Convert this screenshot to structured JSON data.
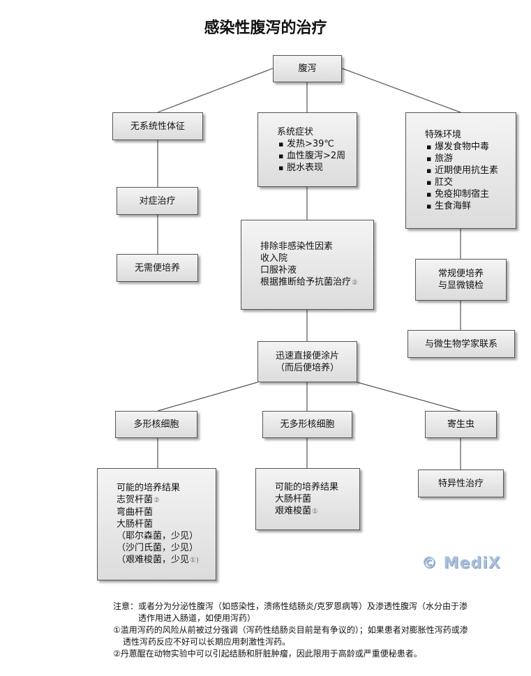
{
  "title": "感染性腹泻的治疗",
  "nodes": {
    "root": "腹泻",
    "no_systemic": "无系统性体征",
    "symptomatic": "对症治疗",
    "no_culture": "无需便培养",
    "systemic": {
      "heading": "系统症状",
      "items": [
        "发热>39℃",
        "血性腹泻>2周",
        "脱水表现"
      ]
    },
    "special": {
      "heading": "特殊环境",
      "items": [
        "爆发食物中毒",
        "旅游",
        "近期使用抗生素",
        "肛交",
        "免疫抑制宿主",
        "生食海鲜"
      ]
    },
    "exclude": {
      "lines": [
        "排除非感染性因素",
        "收入院",
        "口服补液",
        "根据推断给予抗菌治疗"
      ],
      "ref": "②"
    },
    "routine_culture": [
      "常规便培养",
      "与显微镜检"
    ],
    "microbiologist": "与微生物学家联系",
    "smear": [
      "迅速直接便涂片",
      "（而后便培养）"
    ],
    "pmn": "多形核细胞",
    "no_pmn": "无多形核细胞",
    "parasite": "寄生虫",
    "specific": "特异性治疗",
    "pmn_results": {
      "lines": [
        "可能的培养结果",
        "志贺杆菌",
        "弯曲杆菌",
        "大肠杆菌",
        "（耶尔森菌，少见）",
        "（沙门氏菌，少见）",
        "（艰难梭菌，少见"
      ],
      "refs": [
        "②",
        "①)"
      ]
    },
    "nopmn_results": {
      "lines": [
        "可能的培养结果",
        "大肠杆菌",
        "艰难梭菌"
      ],
      "ref": "①"
    }
  },
  "watermark": "© MediX",
  "notes": {
    "n1a": "注意：或者分为分泌性腹泻（如感染性，溃疡性结肠炎/克罗恩病等）及渗透性腹泻（水分由于渗",
    "n1b": "透作用进入肠道，如使用泻药）",
    "n2a": "①滥用泻药的风险从前被过分强调（泻药性结肠炎目前是有争议的）；如果患者对膨胀性泻药或渗",
    "n2b": "透性泻药反应不好可以长期应用刺激性泻药。",
    "n3": "②丹蒽醌在动物实验中可以引起结肠和肝脏肿瘤，因此限用于高龄或严重便秘患者。"
  }
}
